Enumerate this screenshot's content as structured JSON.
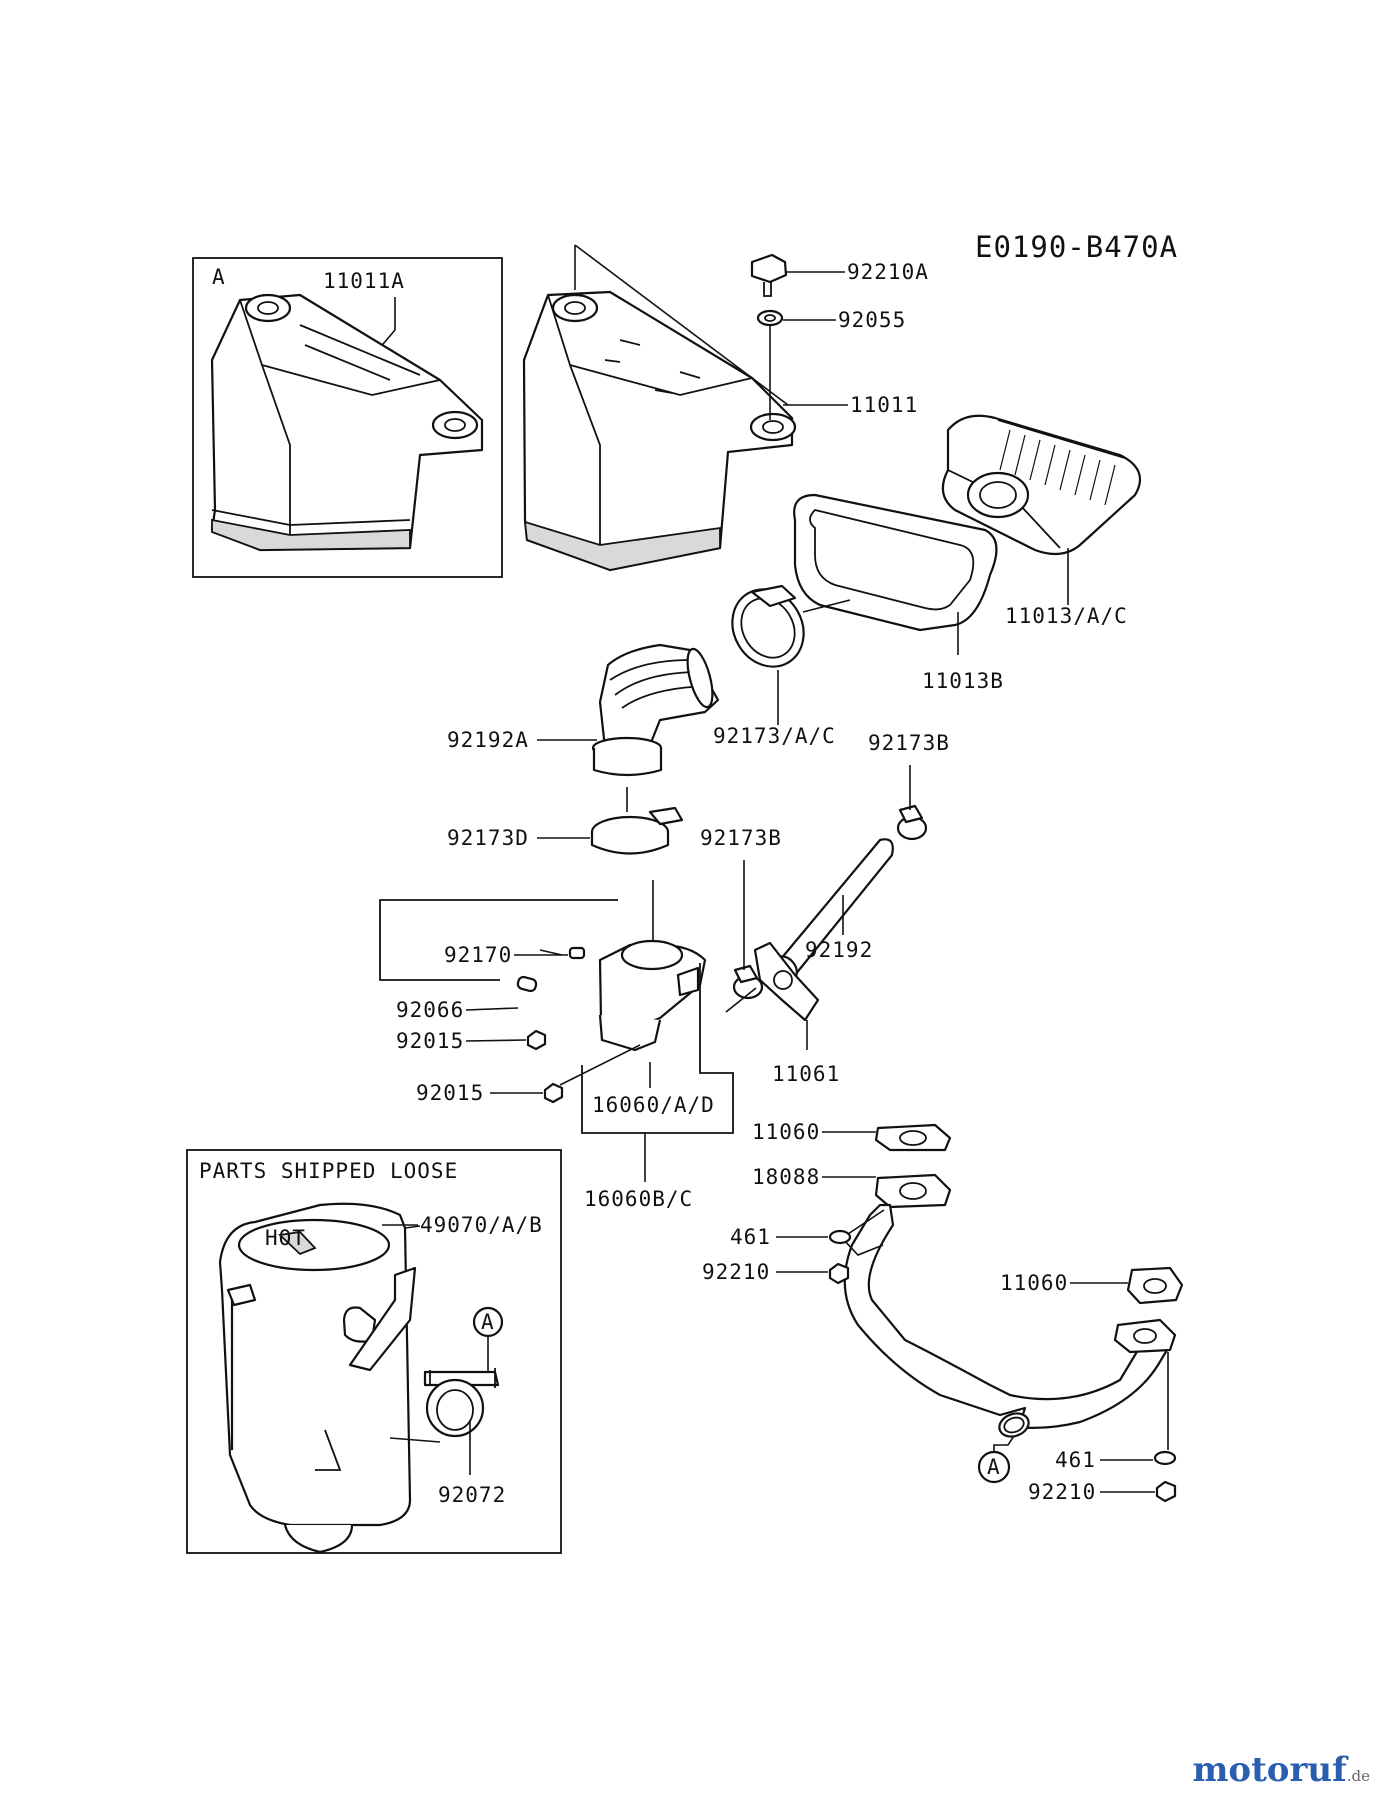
{
  "diagram": {
    "code": "E0190-B470A",
    "callouts": {
      "p11011A": "11011A",
      "inset_a": "A",
      "p92210A": "92210A",
      "p92055": "92055",
      "p11011": "11011",
      "p11013AC": "11013/A/C",
      "p11013B": "11013B",
      "p92173AC": "92173/A/C",
      "p92192A": "92192A",
      "p92173B_top": "92173B",
      "p92173D": "92173D",
      "p92173B_mid": "92173B",
      "p92066": "92066",
      "p92170": "92170",
      "p92192": "92192",
      "p92015_a": "92015",
      "p92015_b": "92015",
      "p11061": "11061",
      "p16060AD": "16060/A/D",
      "p16060BC": "16060B/C",
      "p11060_a": "11060",
      "p18088": "18088",
      "p461_a": "461",
      "p92210_a": "92210",
      "p11060_b": "11060",
      "p461_b": "461",
      "p92210_b": "92210",
      "parts_loose": "PARTS SHIPPED LOOSE",
      "p49070AB": "49070/A/B",
      "p92072": "92072",
      "ref_a_clamp": "A",
      "ref_a_pipe": "A",
      "hot": "HOT"
    }
  },
  "watermark": {
    "brand": "motoruf",
    "tld": ".de"
  }
}
